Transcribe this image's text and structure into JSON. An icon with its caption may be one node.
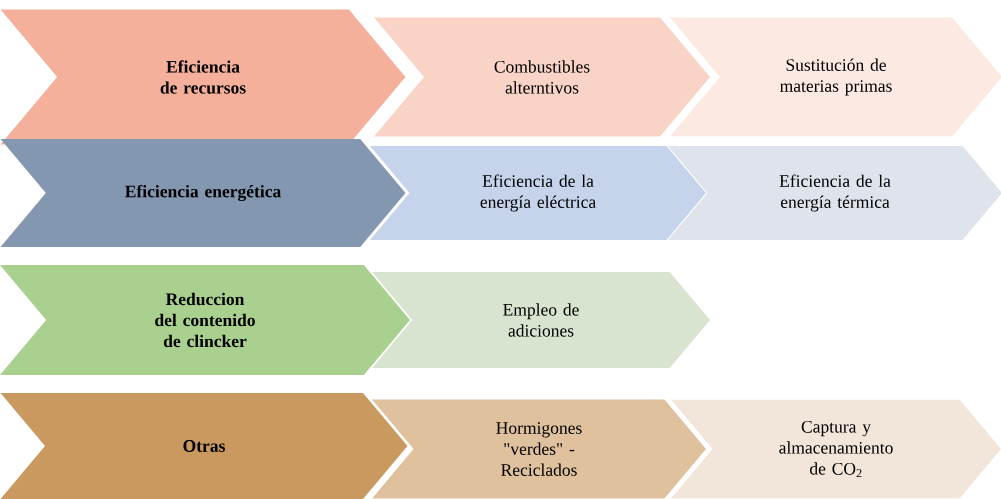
{
  "diagram": {
    "nodes": [
      {
        "text": [
          "Eficiencia de recursos"
        ]
      },
      {
        "text": [
          "Combustibles alterntivos"
        ]
      },
      {
        "text": [
          "Sustitución de materias primas"
        ]
      },
      {
        "text": [
          "Eficiencia energética"
        ]
      },
      {
        "text": [
          "Eficiencia de la energía eléctrica"
        ]
      },
      {
        "text": [
          "Eficiencia de la energía térmica"
        ]
      },
      {
        "text": [
          "Reduccion del contenido de clincker"
        ]
      },
      {
        "text": [
          "Empleo de adiciones"
        ]
      },
      {
        "text": [
          "Otras"
        ]
      },
      {
        "text": [
          "Hormigones \"verdes\" - Reciclados"
        ]
      },
      {
        "text": [
          "Captura y almacenamiento de CO$_{2}$"
        ]
      }
    ]
  }
}
